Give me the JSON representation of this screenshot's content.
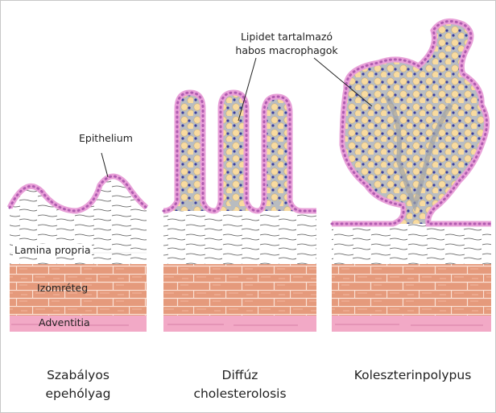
{
  "labels": {
    "lipid_macrophages_line1": "Lipidet tartalmazó",
    "lipid_macrophages_line2": "habos macrophagok",
    "epithelium": "Epithelium",
    "lamina_propria": "Lamina propria",
    "muscle_layer": "Izomréteg",
    "adventitia": "Adventitia"
  },
  "captions": {
    "normal_line1": "Szabályos",
    "normal_line2": "epehólyag",
    "diffuse_line1": "Diffúz",
    "diffuse_line2": "cholesterolosis",
    "polyp": "Koleszterinpolypus"
  },
  "colors": {
    "muscle": "#e59a7c",
    "muscle_line": "#fbe2d6",
    "adventitia": "#f2a9c6",
    "epithelium": "#e8a0d8",
    "epithelium_dots": "#b05bb0",
    "core": "#b8bcc0",
    "macrophage": "#f8dba0",
    "macrophage_nucleus": "#3a3fa0",
    "fiber": "#555555"
  }
}
